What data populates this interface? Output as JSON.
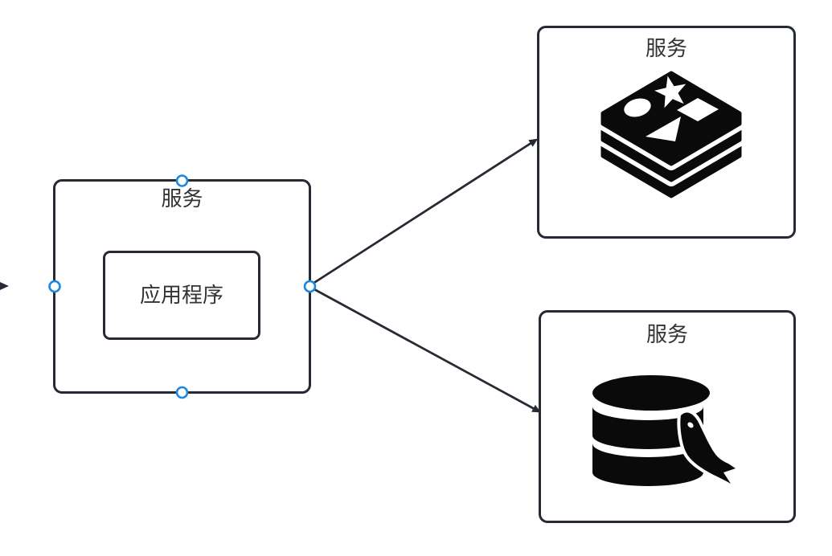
{
  "colors": {
    "stroke": "#262b33",
    "handle": "#1d87e4",
    "text": "#333333",
    "icon": "#0a0a0a",
    "background": "#ffffff"
  },
  "nodes": {
    "service_left": {
      "label": "服务"
    },
    "application": {
      "label": "应用程序"
    },
    "service_cache": {
      "label": "服务",
      "icon": "redis-cache-icon"
    },
    "service_database": {
      "label": "服务",
      "icon": "mysql-database-icon"
    }
  },
  "edges": [
    {
      "name": "edge-incoming",
      "from": "offscreen-left",
      "to": "service_left",
      "arrow": "filled-triangle"
    },
    {
      "name": "edge-service-to-cache",
      "from": "service_left",
      "to": "service_cache",
      "arrow": "filled-triangle"
    },
    {
      "name": "edge-service-to-database",
      "from": "service_left",
      "to": "service_database",
      "arrow": "filled-triangle"
    }
  ],
  "selection": {
    "selected_node": "service_left",
    "connection_handles": [
      "top",
      "left",
      "right",
      "bottom"
    ]
  }
}
